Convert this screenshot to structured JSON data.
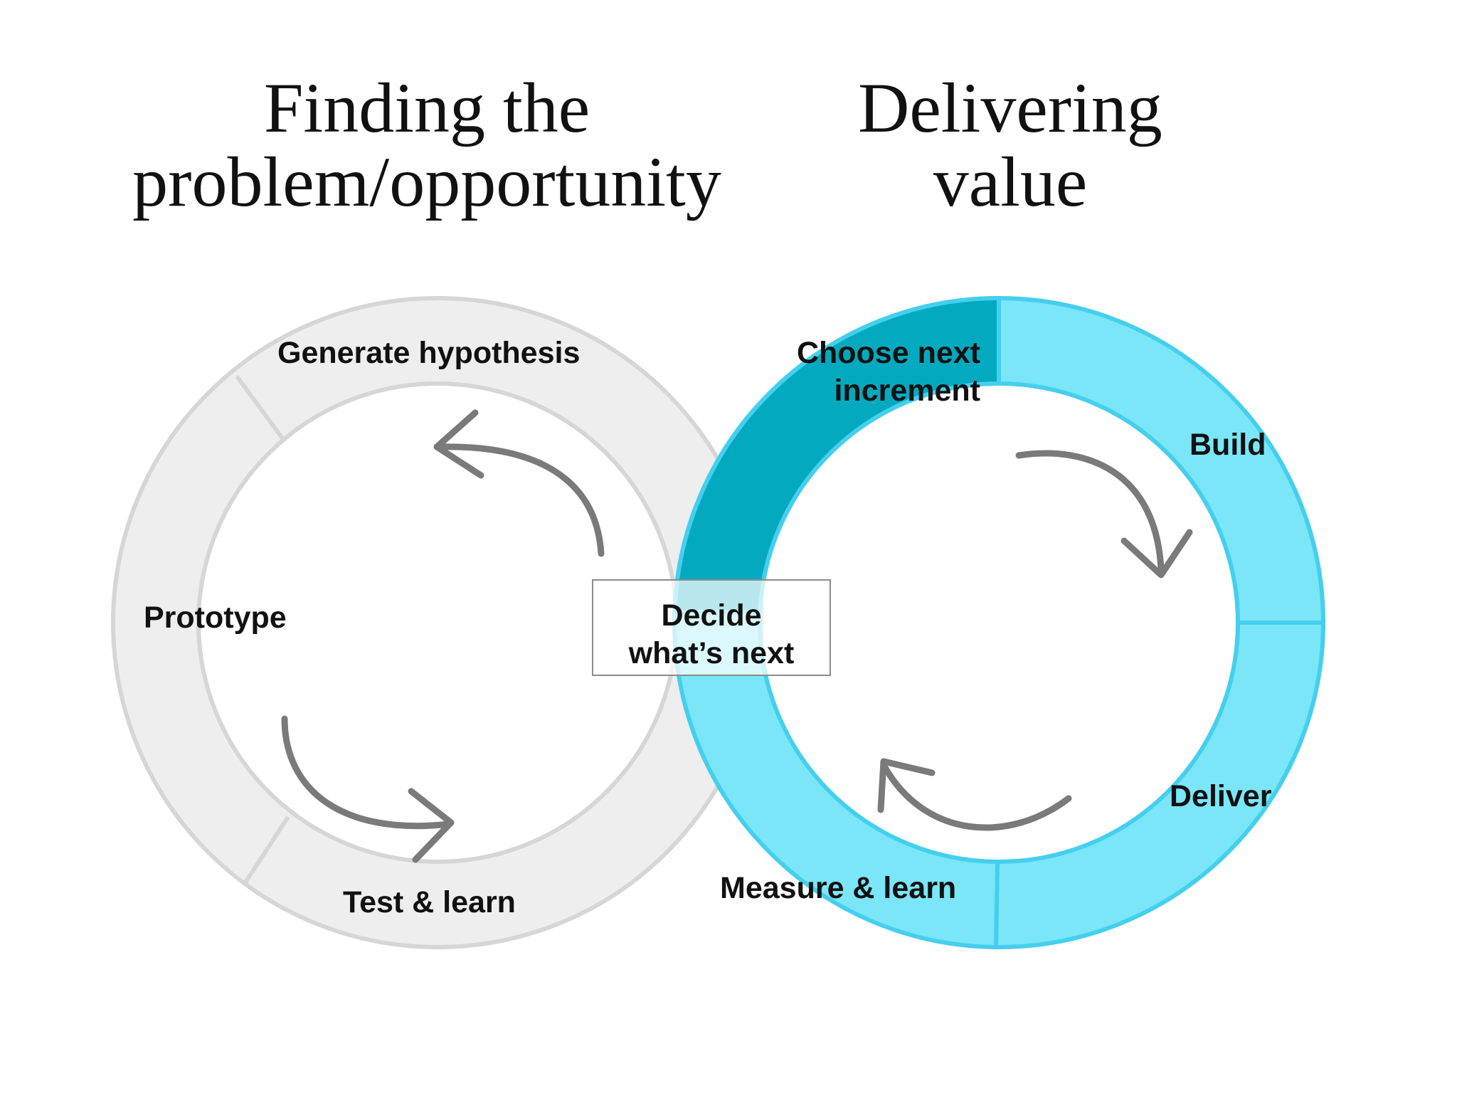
{
  "headings": {
    "left_line1": "Finding the",
    "left_line2": "problem/opportunity",
    "right_line1": "Delivering",
    "right_line2": "value"
  },
  "discovery_loop": {
    "stages": {
      "generate": "Generate hypothesis",
      "prototype": "Prototype",
      "test": "Test & learn"
    }
  },
  "delivery_loop": {
    "stages": {
      "choose_line1": "Choose next",
      "choose_line2": "increment",
      "build": "Build",
      "deliver": "Deliver",
      "measure": "Measure & learn"
    }
  },
  "center_box": {
    "line1": "Decide",
    "line2": "what’s next"
  },
  "colors": {
    "discovery_ring_fill": "#eeeeee",
    "discovery_ring_stroke": "#d6d6d6",
    "delivery_ring_fill": "#7ae6f8",
    "delivery_ring_stroke": "#45cfee",
    "delivery_active_segment": "#03aabf",
    "arrow": "#7a7a7a",
    "text": "#111111"
  },
  "icons": {
    "flow_arrows": "curved-arrow"
  }
}
